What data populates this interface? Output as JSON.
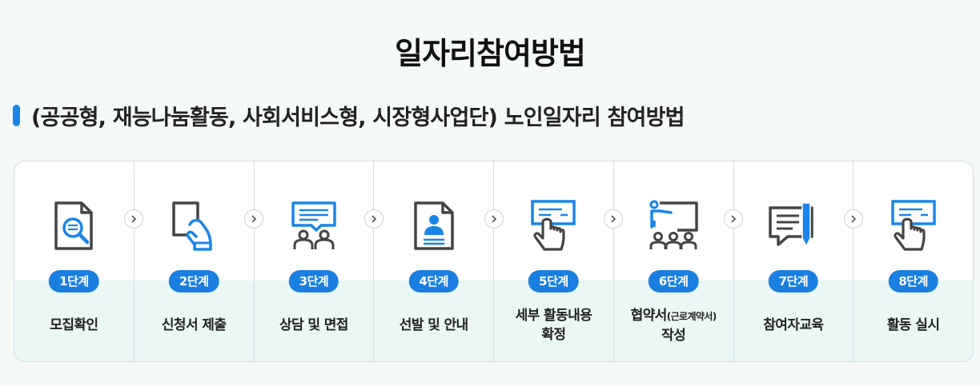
{
  "page": {
    "title": "일자리참여방법",
    "section_title": "(공공형, 재능나눔활동, 사회서비스형, 시장형사업단) 노인일자리 참여방법"
  },
  "steps": [
    {
      "badge": "1단계",
      "label_line1": "모집확인",
      "icon": "document-search-icon"
    },
    {
      "badge": "2단계",
      "label_line1": "신청서 제출",
      "icon": "hand-submit-document-icon"
    },
    {
      "badge": "3단계",
      "label_line1": "상담 및 면접",
      "icon": "consultation-people-icon"
    },
    {
      "badge": "4단계",
      "label_line1": "선발 및 안내",
      "icon": "id-profile-document-icon"
    },
    {
      "badge": "5단계",
      "label_line1": "세부 활동내용",
      "label_line2": "확정",
      "icon": "touch-screen-icon"
    },
    {
      "badge": "6단계",
      "label_line1": "협약서",
      "label_small": "(근로계약서)",
      "label_line2": "작성",
      "icon": "presentation-audience-icon"
    },
    {
      "badge": "7단계",
      "label_line1": "참여자교육",
      "icon": "speech-pen-icon"
    },
    {
      "badge": "8단계",
      "label_line1": "활동 실시",
      "icon": "touch-screen-icon"
    }
  ],
  "colors": {
    "accent": "#1a7fe0",
    "icon_dark": "#444444",
    "icon_blue": "#1a85e6"
  }
}
